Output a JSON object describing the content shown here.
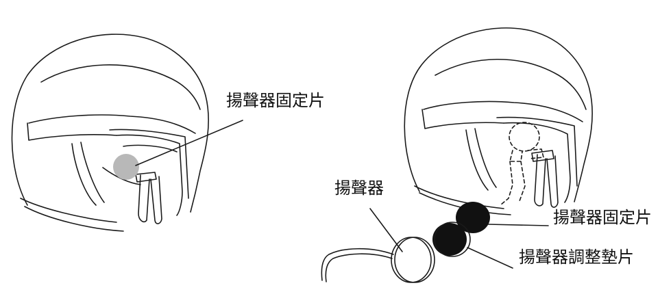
{
  "labels": {
    "left_speaker_holder": "揚聲器固定片",
    "speaker": "揚聲器",
    "right_speaker_holder": "揚聲器固定片",
    "right_adjust_pad": "揚聲器調整墊片"
  },
  "colors": {
    "line": "#1a1a1a",
    "holder_dot": "#b8b8b8",
    "pad_fill": "#111111"
  }
}
